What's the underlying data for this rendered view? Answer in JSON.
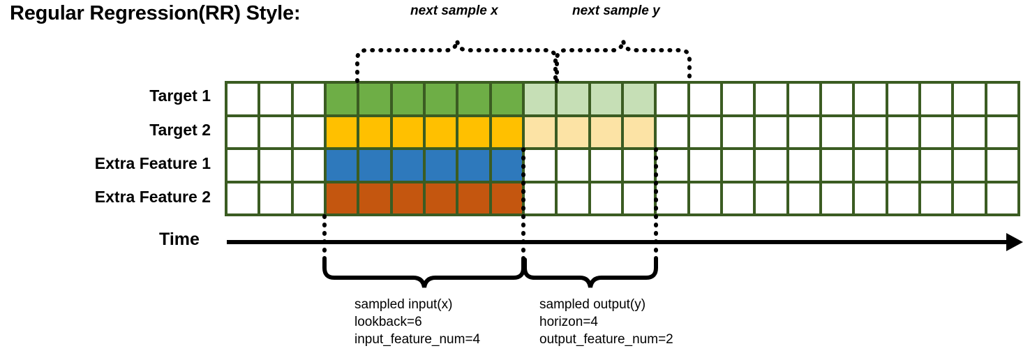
{
  "title": "Regular Regression(RR) Style:",
  "annotations": {
    "next_sample_x": "next sample x",
    "next_sample_y": "next sample y"
  },
  "axis": {
    "time_label": "Time"
  },
  "rows": [
    {
      "label": "Target 1",
      "color": "#6EAE46",
      "light_color": "#C6DFB6"
    },
    {
      "label": "Target 2",
      "color": "#FFC000",
      "light_color": "#FCE3A5"
    },
    {
      "label": "Extra Feature 1",
      "color": "#2E79BC",
      "light_color": "#FFFFFF"
    },
    {
      "label": "Extra Feature 2",
      "color": "#C4560F",
      "light_color": "#FFFFFF"
    }
  ],
  "grid": {
    "columns": 24,
    "rows": 4,
    "border_color": "#3B5C22",
    "empty_color": "#FFFFFF",
    "input_start_col": 3,
    "input_end_col": 9,
    "output_start_col": 9,
    "output_end_col": 13
  },
  "captions": {
    "input": {
      "line1": "sampled input(x)",
      "line2": "lookback=6",
      "line3": "input_feature_num=4"
    },
    "output": {
      "line1": "sampled output(y)",
      "line2": "horizon=4",
      "line3": "output_feature_num=2"
    }
  }
}
